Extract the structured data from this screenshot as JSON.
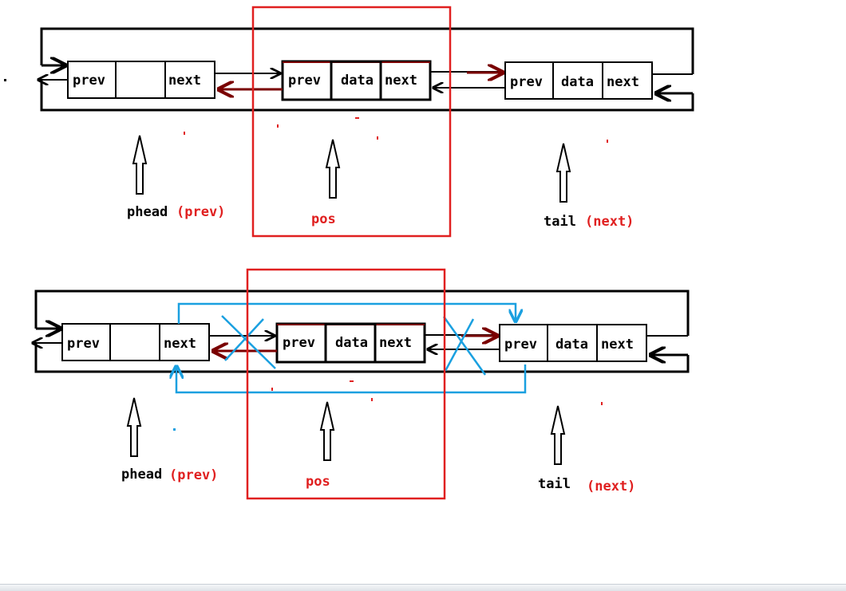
{
  "colors": {
    "stroke": "#000000",
    "highlight": "#e02020",
    "red_arrow": "#7a0000",
    "blue_link": "#1aa0e0"
  },
  "diagram_top": {
    "nodes": [
      {
        "prev": "prev",
        "data": "",
        "next": "next"
      },
      {
        "prev": "prev",
        "data": "data",
        "next": "next"
      },
      {
        "prev": "prev",
        "data": "data",
        "next": "next"
      }
    ],
    "pointers": {
      "left_name": "phead",
      "left_field": "(prev)",
      "middle_name": "pos",
      "right_name": "tail",
      "right_field": "(next)"
    }
  },
  "diagram_bottom": {
    "nodes": [
      {
        "prev": "prev",
        "data": "",
        "next": "next"
      },
      {
        "prev": "prev",
        "data": "data",
        "next": "next"
      },
      {
        "prev": "prev",
        "data": "data",
        "next": "next"
      }
    ],
    "pointers": {
      "left_name": "phead",
      "left_field": "(prev)",
      "middle_name": "pos",
      "right_name": "tail",
      "right_field": "(next)"
    }
  }
}
